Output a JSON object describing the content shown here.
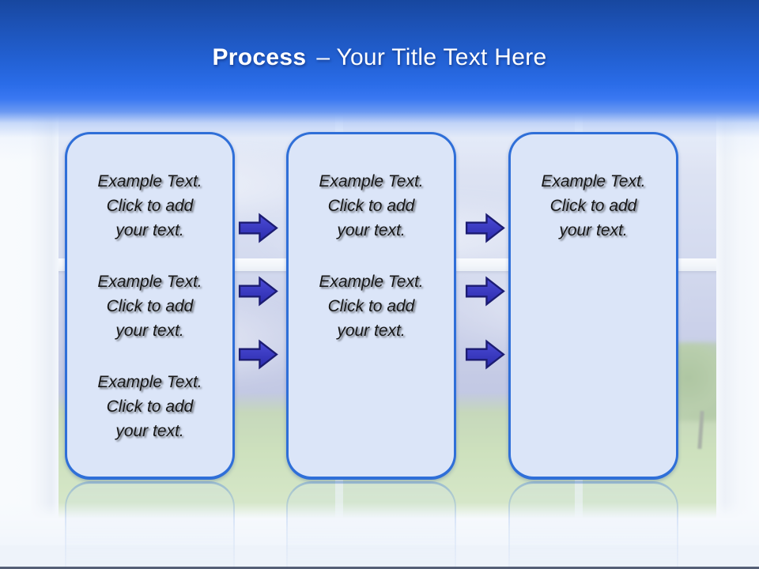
{
  "slide": {
    "title_bold": "Process",
    "title_rest": "– Your Title Text Here"
  },
  "boxes": [
    {
      "name": "step-1",
      "paragraphs": [
        "Example Text.\nClick  to add\nyour text.",
        "Example Text.\nClick  to add\nyour text.",
        "Example Text.\nClick  to add\nyour text."
      ]
    },
    {
      "name": "step-2",
      "paragraphs": [
        "Example Text.\nClick  to add\nyour text.",
        "Example Text.\nClick  to add\nyour text."
      ]
    },
    {
      "name": "step-3",
      "paragraphs": [
        "Example Text.\nClick  to add\nyour text."
      ]
    }
  ],
  "icons": {
    "flow_arrow": "block-arrow-right"
  },
  "colors": {
    "header_top": "#17479f",
    "header_mid": "#2a6ce8",
    "box_fill": "#dbe5f8",
    "box_border": "#2f6fd8",
    "arrow_fill": "#3b3bc4",
    "arrow_border": "#1c1c72",
    "title_color": "#ffffff",
    "grass": "#b2d090",
    "sky": "#aab1d9"
  }
}
